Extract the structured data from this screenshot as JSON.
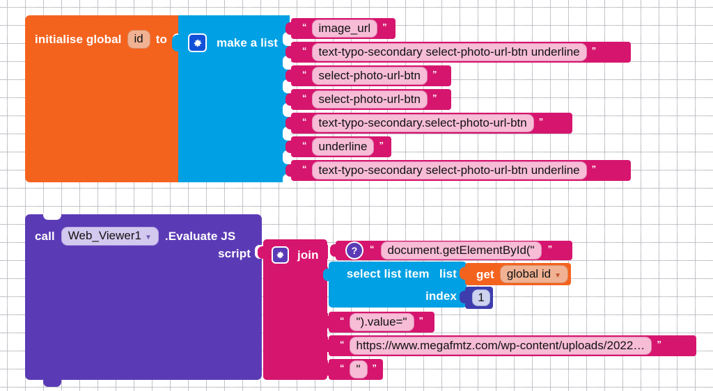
{
  "canvas": {
    "name": "blocks-workspace",
    "grid_color": "#c9c9cf",
    "background": "#ffffff"
  },
  "colors": {
    "variable_orange": "#f4631e",
    "list_cyan": "#00a0e4",
    "text_magenta": "#d6156e",
    "component_purple": "#5b3bb5",
    "math_indigo": "#3d3dae"
  },
  "init_global": {
    "keyword_initialise": "initialise global",
    "variable_name": "id",
    "keyword_to": "to"
  },
  "make_list": {
    "label": "make a list",
    "mutator_icon": "gear-icon",
    "items": [
      {
        "quote_open": "“",
        "value": "image_url",
        "quote_close": "”"
      },
      {
        "quote_open": "“",
        "value": "text-typo-secondary select-photo-url-btn underline",
        "quote_close": "”"
      },
      {
        "quote_open": "“",
        "value": "select-photo-url-btn",
        "quote_close": "”"
      },
      {
        "quote_open": "“",
        "value": "select-photo-url-btn",
        "quote_close": "”"
      },
      {
        "quote_open": "“",
        "value": "text-typo-secondary.select-photo-url-btn",
        "quote_close": "”"
      },
      {
        "quote_open": "“",
        "value": "underline",
        "quote_close": "”"
      },
      {
        "quote_open": "“",
        "value": "text-typo-secondary select-photo-url-btn underline",
        "quote_close": "”"
      }
    ]
  },
  "call_block": {
    "keyword_call": "call",
    "component": "Web_Viewer1",
    "method": ".Evaluate JS",
    "dropdown_icon": "chevron-down-icon",
    "socket_label": "script"
  },
  "join_block": {
    "label": "join",
    "mutator_icon": "gear-icon",
    "items": [
      {
        "help_icon": "question-mark-icon",
        "quote_open": "“",
        "value": "document.getElementById(\"",
        "quote_close": "”"
      },
      {
        "quote_open": "“",
        "value": "\").value=\"",
        "quote_close": "”"
      },
      {
        "quote_open": "“",
        "value": "https://www.megafmtz.com/wp-content/uploads/2022…",
        "quote_close": "”"
      },
      {
        "quote_open": "“",
        "value": "\"",
        "quote_close": "”"
      }
    ]
  },
  "select_list_item": {
    "label": "select list item",
    "list_socket_label": "list",
    "index_socket_label": "index"
  },
  "get_global": {
    "keyword_get": "get",
    "variable": "global id",
    "dropdown_icon": "chevron-down-icon"
  },
  "number_block": {
    "value": "1"
  }
}
